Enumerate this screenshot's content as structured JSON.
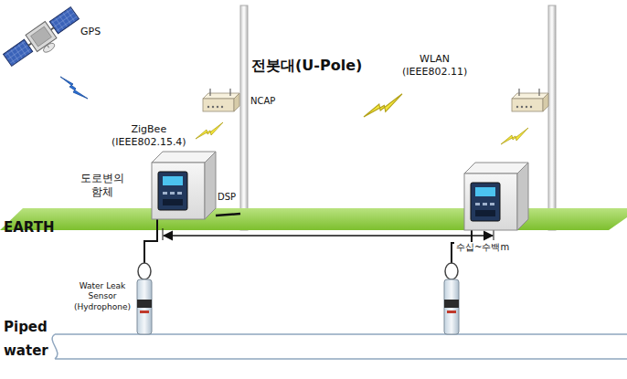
{
  "diagram": {
    "nodes": [
      {
        "text": [
          "NCAP"
        ]
      },
      {
        "text": [
          "도로변의 함체",
          "DSP"
        ]
      },
      {
        "text": [
          "Water Leak Sensor (Hydrophone)"
        ]
      }
    ],
    "edges": [
      {
        "from": 2,
        "to": 1,
        "arrow": "none"
      }
    ],
    "labels": [
      "GPS",
      "전봇대(U-Pole)",
      "ZigBee (IEEE802.15.4)",
      "WLAN (IEEE802.11)",
      "EARTH",
      "수십~수백m",
      "Piped water"
    ]
  }
}
